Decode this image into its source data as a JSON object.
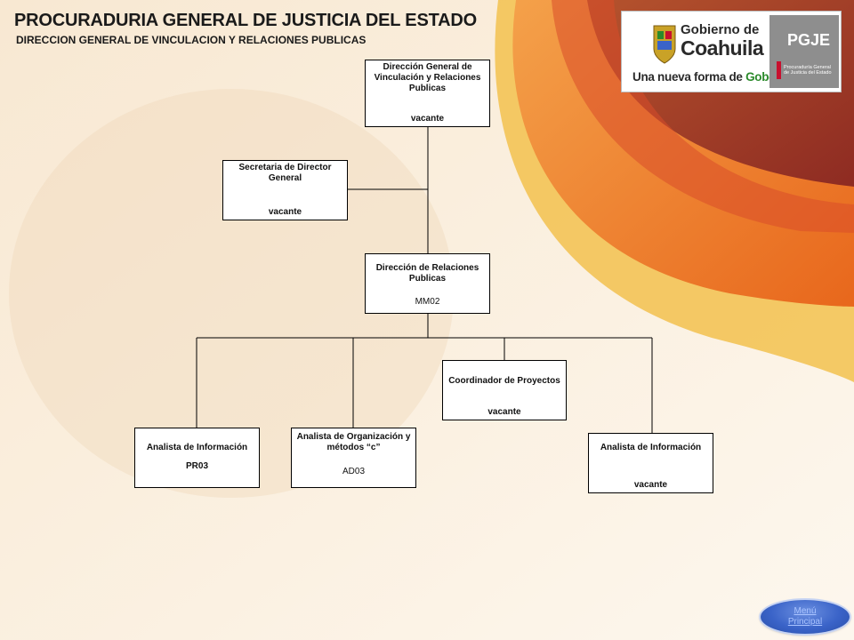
{
  "header": {
    "title": "PROCURADURIA GENERAL DE JUSTICIA DEL ESTADO",
    "subtitle": "DIRECCION GENERAL DE VINCULACION Y RELACIONES PUBLICAS"
  },
  "logo": {
    "line1": "Gobierno de",
    "line2": "Coahuila",
    "slogan_a": "Una nueva forma de ",
    "slogan_b": "Gobernar",
    "badge": "PGJE",
    "badge_sub": "Procuraduría General de Justicia del Estado"
  },
  "org": {
    "director": {
      "name": "Dirección General de Vinculación  y Relaciones Publicas",
      "code": "vacante"
    },
    "secretary": {
      "name": "Secretaria de Director General",
      "code": "vacante"
    },
    "relations": {
      "name": "Dirección de Relaciones Publicas",
      "code": "MM02"
    },
    "coordinator": {
      "name": "Coordinador  de Proyectos",
      "code": "vacante"
    },
    "analyst1": {
      "name": "Analista de Información",
      "code": "PR03"
    },
    "analyst_org": {
      "name": "Analista de Organización y métodos  “c”",
      "code": "AD03"
    },
    "analyst2": {
      "name": "Analista de Información",
      "code": "vacante"
    }
  },
  "nav": {
    "menu_label": "Menú Principal"
  },
  "colors": {
    "orange": "#ef7f1a",
    "red": "#c0392b",
    "yellow": "#f2c14e",
    "button": "#3a63c8"
  }
}
